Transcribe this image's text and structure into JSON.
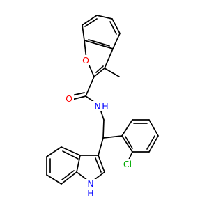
{
  "atoms": {
    "oxygen_ring": "O",
    "oxygen_carbonyl": "O",
    "nitrogen_amide": "N",
    "hydrogen_amide": "H",
    "chlorine": "Cl",
    "nitrogen_indole": "N",
    "hydrogen_indole": "H"
  },
  "colors": {
    "oxygen": "#ff0000",
    "nitrogen": "#0000ff",
    "chlorine": "#00aa00",
    "bond": "#000000"
  }
}
